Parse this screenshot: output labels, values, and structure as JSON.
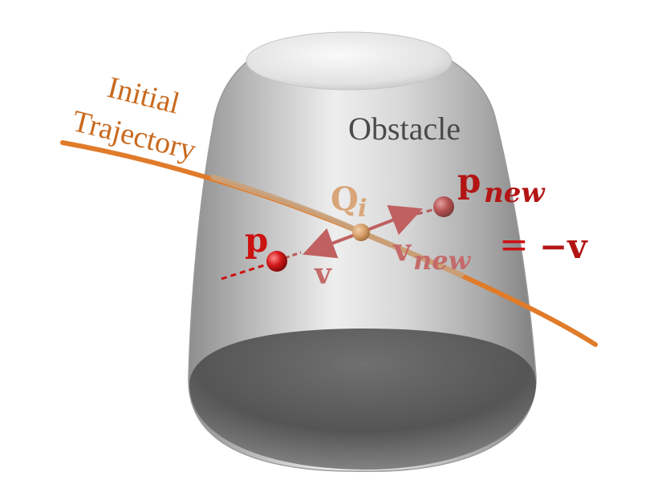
{
  "labels": {
    "trajectory_line1": "Initial",
    "trajectory_line2": "Trajectory",
    "obstacle": "Obstacle",
    "q_main": "Q",
    "q_sub": "i",
    "p": "p",
    "p_new_main": "p",
    "p_new_sub": "new",
    "v": "v",
    "v_new_main": "v",
    "v_new_sub": "new",
    "equals": "=",
    "neg_v": "−v"
  },
  "colors": {
    "trajectory": "#e07b2a",
    "trajectory_label": "#c96a1f",
    "obstacle_text": "#444444",
    "point_red": "#cc1111",
    "label_red": "#b31515",
    "q_label": "#d8a67a",
    "point_q": "#d8a06a",
    "faded_red": "#c46a6a"
  }
}
